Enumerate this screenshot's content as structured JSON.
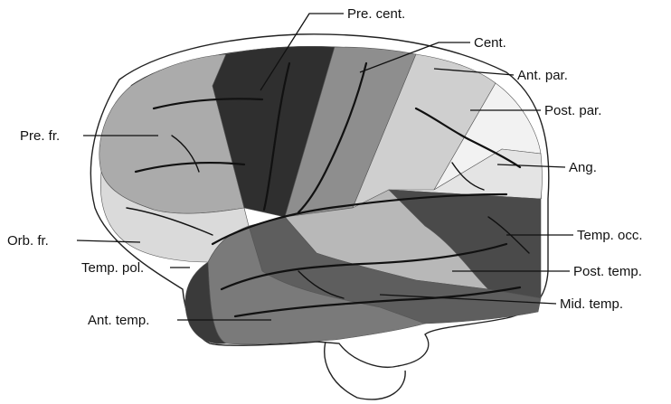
{
  "diagram": {
    "labels": {
      "pre_cent": "Pre. cent.",
      "cent": "Cent.",
      "ant_par": "Ant. par.",
      "post_par": "Post. par.",
      "pre_fr": "Pre. fr.",
      "ang": "Ang.",
      "orb_fr": "Orb. fr.",
      "temp_occ": "Temp. occ.",
      "post_temp": "Post. temp.",
      "temp_pol": "Temp. pol.",
      "mid_temp": "Mid. temp.",
      "ant_temp": "Ant. temp."
    },
    "region_shades": {
      "pre_cent": "#2f2f2f",
      "cent": "#8e8e8e",
      "ant_par": "#cfcfcf",
      "post_par": "#f2f2f2",
      "pre_fr": "#ababab",
      "ang": "#e4e4e4",
      "orb_fr": "#dadada",
      "temp_occ": "#4a4a4a",
      "post_temp": "#b8b8b8",
      "temp_pol": "#3a3a3a",
      "mid_temp": "#5e5e5e",
      "ant_temp": "#7a7a7a"
    }
  }
}
